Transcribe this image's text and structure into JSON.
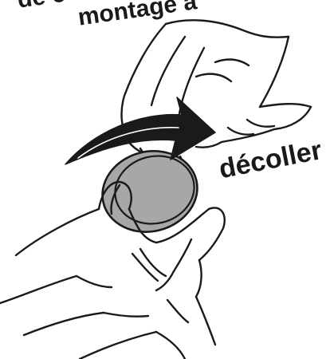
{
  "labels": {
    "top_line_1": "de c",
    "top_line_2": "montage a",
    "action": "décoller"
  },
  "colors": {
    "disc_fill": "#a7a7a7",
    "arrow_fill": "#1a1a1a",
    "line_color": "#1a1a1a"
  },
  "icons": {
    "arrow": "curved-arrow-icon"
  }
}
